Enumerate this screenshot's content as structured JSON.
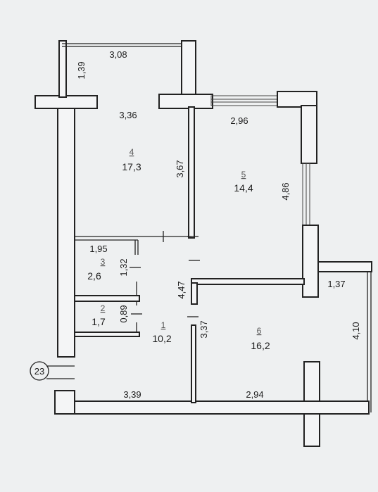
{
  "apartment_marker": "23",
  "rooms": [
    {
      "id": "balcony_top",
      "number": "",
      "area": ""
    },
    {
      "id": "room4",
      "number": "4",
      "area": "17,3"
    },
    {
      "id": "room5",
      "number": "5",
      "area": "14,4"
    },
    {
      "id": "room3",
      "number": "3",
      "area": "2,6"
    },
    {
      "id": "room2",
      "number": "2",
      "area": "1,7"
    },
    {
      "id": "room1",
      "number": "1",
      "area": "10,2"
    },
    {
      "id": "room6",
      "number": "6",
      "area": "16,2"
    }
  ],
  "dims": {
    "balcony_width": "3,08",
    "balcony_depth": "1,39",
    "room4_width": "3,36",
    "room4_depth": "3,67",
    "room5_width": "2,96",
    "room5_depth": "4,86",
    "room3_width": "1,95",
    "room3_depth": "1,32",
    "room2_depth": "0,89",
    "hall_length": "4,47",
    "room6_depth_inner": "3,37",
    "room6_loggia_width": "1,37",
    "room6_loggia_depth": "4,10",
    "bottom_left": "3,39",
    "bottom_right": "2,94"
  },
  "colors": {
    "background": "#eef0f1",
    "wall_fill": "#f4f5f6",
    "line": "#222222"
  }
}
